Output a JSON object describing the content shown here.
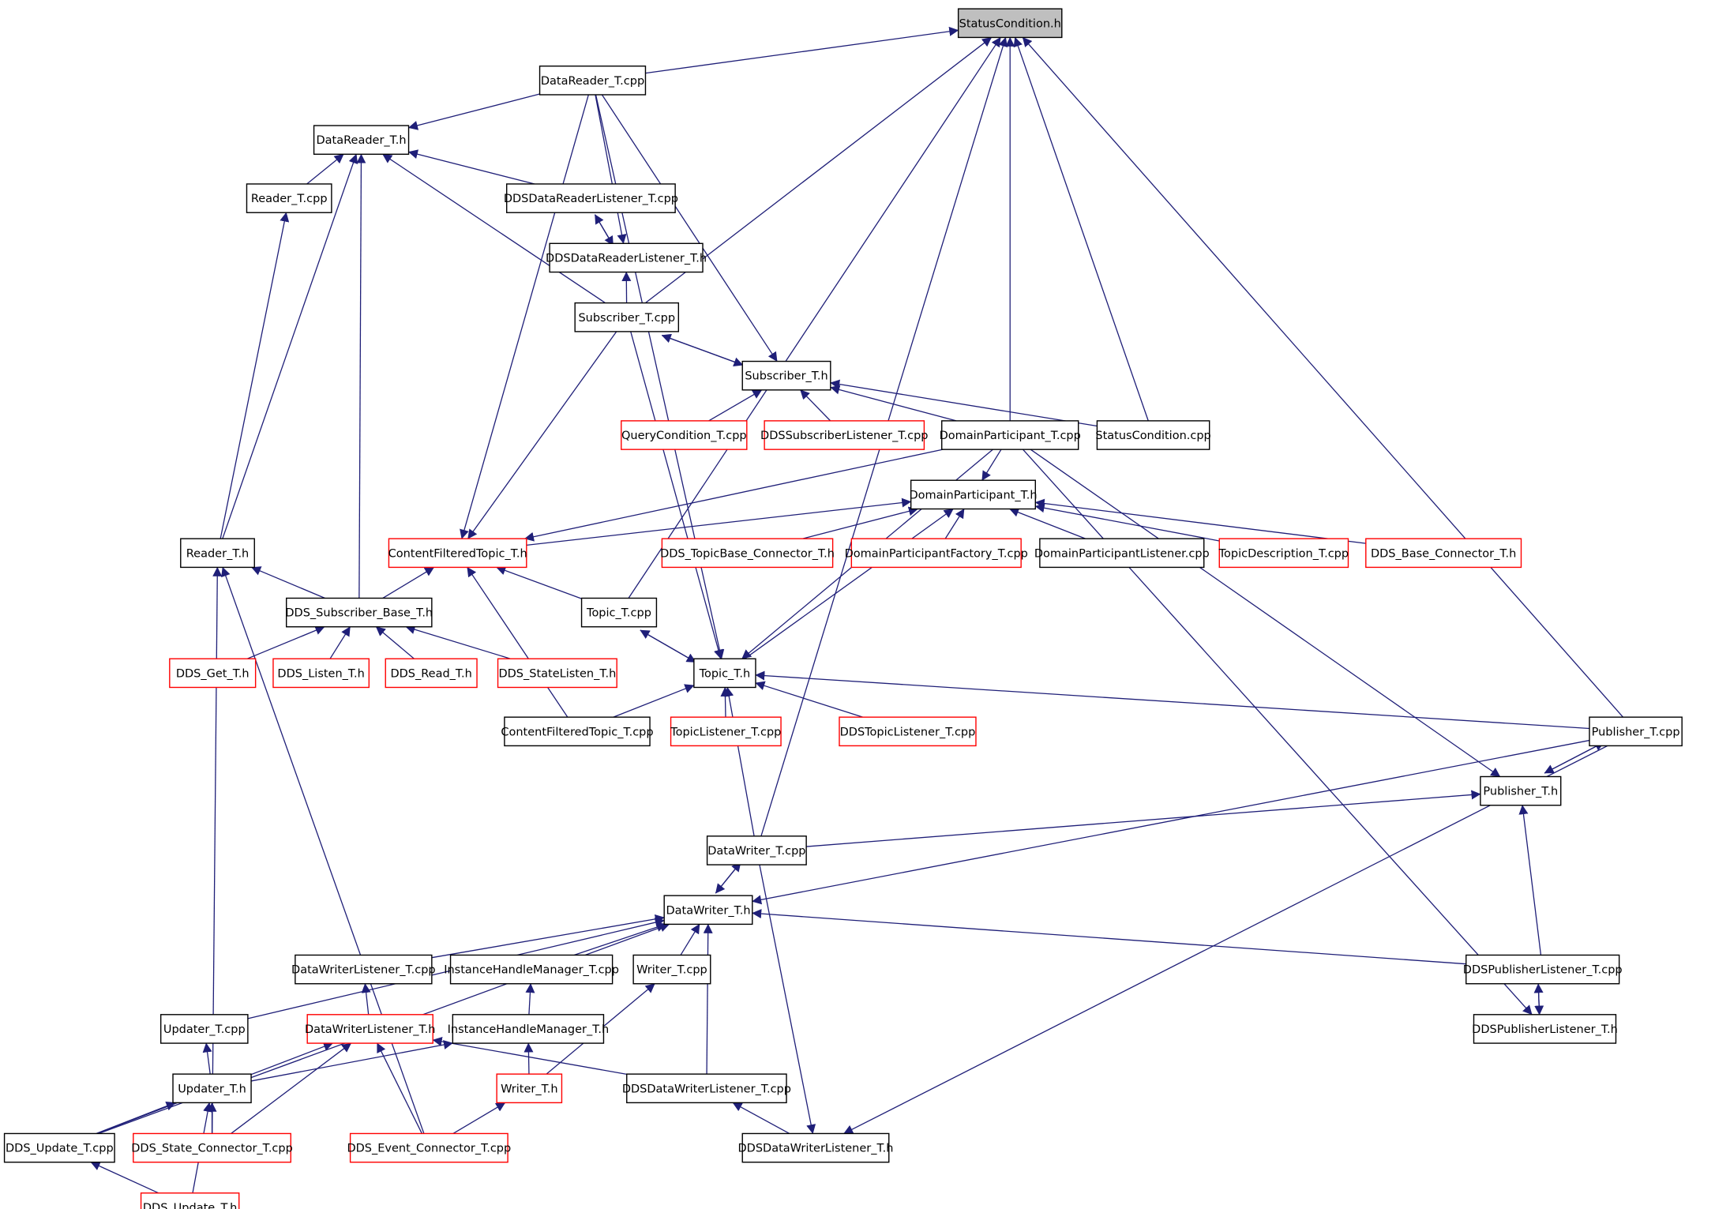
{
  "colors": {
    "edge": "#1f1f78",
    "root_fill": "#bfbfbf",
    "node_fill": "#ffffff",
    "normal_border": "#000000",
    "red_border": "#ff0000"
  },
  "nodes": [
    {
      "id": "status_condition_h",
      "label": "StatusCondition.h",
      "style": "root"
    },
    {
      "id": "datareader_t_cpp",
      "label": "DataReader_T.cpp",
      "style": "normal"
    },
    {
      "id": "datareader_t_h",
      "label": "DataReader_T.h",
      "style": "normal"
    },
    {
      "id": "reader_t_cpp",
      "label": "Reader_T.cpp",
      "style": "normal"
    },
    {
      "id": "ddsdatareaderlistener_t_cpp",
      "label": "DDSDataReaderListener_T.cpp",
      "style": "normal"
    },
    {
      "id": "ddsdatareaderlistener_t_h",
      "label": "DDSDataReaderListener_T.h",
      "style": "normal"
    },
    {
      "id": "subscriber_t_cpp",
      "label": "Subscriber_T.cpp",
      "style": "normal"
    },
    {
      "id": "subscriber_t_h",
      "label": "Subscriber_T.h",
      "style": "normal"
    },
    {
      "id": "querycondition_t_cpp",
      "label": "QueryCondition_T.cpp",
      "style": "red"
    },
    {
      "id": "ddssubscriberlistener_t_cpp",
      "label": "DDSSubscriberListener_T.cpp",
      "style": "red"
    },
    {
      "id": "domainparticipant_t_cpp",
      "label": "DomainParticipant_T.cpp",
      "style": "normal"
    },
    {
      "id": "statuscondition_cpp",
      "label": "StatusCondition.cpp",
      "style": "normal"
    },
    {
      "id": "domainparticipant_t_h",
      "label": "DomainParticipant_T.h",
      "style": "normal"
    },
    {
      "id": "reader_t_h",
      "label": "Reader_T.h",
      "style": "normal"
    },
    {
      "id": "contentfilteredtopic_t_h",
      "label": "ContentFilteredTopic_T.h",
      "style": "red"
    },
    {
      "id": "dds_topicbase_connector_t_h",
      "label": "DDS_TopicBase_Connector_T.h",
      "style": "red"
    },
    {
      "id": "domainparticipantfactory_t_cpp",
      "label": "DomainParticipantFactory_T.cpp",
      "style": "red"
    },
    {
      "id": "domainparticipantlistener_cpp",
      "label": "DomainParticipantListener.cpp",
      "style": "normal"
    },
    {
      "id": "topicdescription_t_cpp",
      "label": "TopicDescription_T.cpp",
      "style": "red"
    },
    {
      "id": "dds_base_connector_t_h",
      "label": "DDS_Base_Connector_T.h",
      "style": "red"
    },
    {
      "id": "dds_subscriber_base_t_h",
      "label": "DDS_Subscriber_Base_T.h",
      "style": "normal"
    },
    {
      "id": "topic_t_cpp",
      "label": "Topic_T.cpp",
      "style": "normal"
    },
    {
      "id": "dds_get_t_h",
      "label": "DDS_Get_T.h",
      "style": "red"
    },
    {
      "id": "dds_listen_t_h",
      "label": "DDS_Listen_T.h",
      "style": "red"
    },
    {
      "id": "dds_read_t_h",
      "label": "DDS_Read_T.h",
      "style": "red"
    },
    {
      "id": "dds_statelisten_t_h",
      "label": "DDS_StateListen_T.h",
      "style": "red"
    },
    {
      "id": "topic_t_h",
      "label": "Topic_T.h",
      "style": "normal"
    },
    {
      "id": "contentfilteredtopic_t_cpp",
      "label": "ContentFilteredTopic_T.cpp",
      "style": "normal"
    },
    {
      "id": "topiclistener_t_cpp",
      "label": "TopicListener_T.cpp",
      "style": "red"
    },
    {
      "id": "ddstopiclistener_t_cpp",
      "label": "DDSTopicListener_T.cpp",
      "style": "red"
    },
    {
      "id": "publisher_t_cpp",
      "label": "Publisher_T.cpp",
      "style": "normal"
    },
    {
      "id": "publisher_t_h",
      "label": "Publisher_T.h",
      "style": "normal"
    },
    {
      "id": "datawriter_t_cpp",
      "label": "DataWriter_T.cpp",
      "style": "normal"
    },
    {
      "id": "datawriter_t_h",
      "label": "DataWriter_T.h",
      "style": "normal"
    },
    {
      "id": "datawriterlistener_t_cpp",
      "label": "DataWriterListener_T.cpp",
      "style": "normal"
    },
    {
      "id": "instancehandlemanager_t_cpp",
      "label": "InstanceHandleManager_T.cpp",
      "style": "normal"
    },
    {
      "id": "writer_t_cpp",
      "label": "Writer_T.cpp",
      "style": "normal"
    },
    {
      "id": "ddspublisherlistener_t_cpp",
      "label": "DDSPublisherListener_T.cpp",
      "style": "normal"
    },
    {
      "id": "updater_t_cpp",
      "label": "Updater_T.cpp",
      "style": "normal"
    },
    {
      "id": "datawriterlistener_t_h",
      "label": "DataWriterListener_T.h",
      "style": "red"
    },
    {
      "id": "instancehandlemanager_t_h",
      "label": "InstanceHandleManager_T.h",
      "style": "normal"
    },
    {
      "id": "ddspublisherlistener_t_h",
      "label": "DDSPublisherListener_T.h",
      "style": "normal"
    },
    {
      "id": "updater_t_h",
      "label": "Updater_T.h",
      "style": "normal"
    },
    {
      "id": "writer_t_h",
      "label": "Writer_T.h",
      "style": "red"
    },
    {
      "id": "ddsdatawriterlistener_t_cpp",
      "label": "DDSDataWriterListener_T.cpp",
      "style": "normal"
    },
    {
      "id": "dds_update_t_cpp",
      "label": "DDS_Update_T.cpp",
      "style": "normal"
    },
    {
      "id": "dds_state_connector_t_cpp",
      "label": "DDS_State_Connector_T.cpp",
      "style": "red"
    },
    {
      "id": "dds_event_connector_t_cpp",
      "label": "DDS_Event_Connector_T.cpp",
      "style": "red"
    },
    {
      "id": "ddsdatawriterlistener_t_h",
      "label": "DDSDataWriterListener_T.h",
      "style": "normal"
    },
    {
      "id": "dds_update_t_h",
      "label": "DDS_Update_T.h",
      "style": "red"
    }
  ],
  "edges": [
    [
      "datareader_t_cpp",
      "status_condition_h"
    ],
    [
      "subscriber_t_cpp",
      "status_condition_h"
    ],
    [
      "domainparticipant_t_cpp",
      "status_condition_h"
    ],
    [
      "statuscondition_cpp",
      "status_condition_h"
    ],
    [
      "datawriter_t_cpp",
      "status_condition_h"
    ],
    [
      "topic_t_cpp",
      "status_condition_h"
    ],
    [
      "publisher_t_cpp",
      "status_condition_h"
    ],
    [
      "datareader_t_cpp",
      "datareader_t_h"
    ],
    [
      "datareader_t_cpp",
      "contentfilteredtopic_t_h"
    ],
    [
      "datareader_t_cpp",
      "topic_t_h"
    ],
    [
      "datareader_t_cpp",
      "ddsdatareaderlistener_t_h"
    ],
    [
      "datareader_t_cpp",
      "subscriber_t_h"
    ],
    [
      "reader_t_cpp",
      "datareader_t_h"
    ],
    [
      "ddsdatareaderlistener_t_cpp",
      "datareader_t_h"
    ],
    [
      "subscriber_t_cpp",
      "datareader_t_h"
    ],
    [
      "reader_t_h",
      "datareader_t_h"
    ],
    [
      "dds_subscriber_base_t_h",
      "datareader_t_h"
    ],
    [
      "reader_t_h",
      "reader_t_cpp"
    ],
    [
      "ddsdatareaderlistener_t_h",
      "ddsdatareaderlistener_t_cpp"
    ],
    [
      "ddsdatareaderlistener_t_cpp",
      "ddsdatareaderlistener_t_h"
    ],
    [
      "subscriber_t_cpp",
      "ddsdatareaderlistener_t_h"
    ],
    [
      "subscriber_t_cpp",
      "subscriber_t_h"
    ],
    [
      "subscriber_t_h",
      "subscriber_t_cpp"
    ],
    [
      "subscriber_t_cpp",
      "contentfilteredtopic_t_h"
    ],
    [
      "subscriber_t_cpp",
      "topic_t_h"
    ],
    [
      "querycondition_t_cpp",
      "subscriber_t_h"
    ],
    [
      "ddssubscriberlistener_t_cpp",
      "subscriber_t_h"
    ],
    [
      "domainparticipant_t_cpp",
      "subscriber_t_h"
    ],
    [
      "statuscondition_cpp",
      "subscriber_t_h"
    ],
    [
      "domainparticipant_t_cpp",
      "domainparticipant_t_h"
    ],
    [
      "domainparticipant_t_cpp",
      "contentfilteredtopic_t_h"
    ],
    [
      "domainparticipant_t_cpp",
      "topic_t_h"
    ],
    [
      "domainparticipant_t_cpp",
      "publisher_t_h"
    ],
    [
      "domainparticipant_t_cpp",
      "ddspublisherlistener_t_h"
    ],
    [
      "contentfilteredtopic_t_h",
      "domainparticipant_t_h"
    ],
    [
      "topic_t_h",
      "domainparticipant_t_h"
    ],
    [
      "dds_topicbase_connector_t_h",
      "domainparticipant_t_h"
    ],
    [
      "domainparticipantfactory_t_cpp",
      "domainparticipant_t_h"
    ],
    [
      "domainparticipantlistener_cpp",
      "domainparticipant_t_h"
    ],
    [
      "topicdescription_t_cpp",
      "domainparticipant_t_h"
    ],
    [
      "dds_base_connector_t_h",
      "domainparticipant_t_h"
    ],
    [
      "dds_subscriber_base_t_h",
      "reader_t_h"
    ],
    [
      "dds_state_connector_t_cpp",
      "reader_t_h"
    ],
    [
      "dds_event_connector_t_cpp",
      "reader_t_h"
    ],
    [
      "dds_subscriber_base_t_h",
      "contentfilteredtopic_t_h"
    ],
    [
      "topic_t_cpp",
      "contentfilteredtopic_t_h"
    ],
    [
      "contentfilteredtopic_t_cpp",
      "contentfilteredtopic_t_h"
    ],
    [
      "dds_get_t_h",
      "dds_subscriber_base_t_h"
    ],
    [
      "dds_listen_t_h",
      "dds_subscriber_base_t_h"
    ],
    [
      "dds_read_t_h",
      "dds_subscriber_base_t_h"
    ],
    [
      "dds_statelisten_t_h",
      "dds_subscriber_base_t_h"
    ],
    [
      "topic_t_cpp",
      "topic_t_h"
    ],
    [
      "topic_t_h",
      "topic_t_cpp"
    ],
    [
      "contentfilteredtopic_t_cpp",
      "topic_t_h"
    ],
    [
      "topiclistener_t_cpp",
      "topic_t_h"
    ],
    [
      "ddstopiclistener_t_cpp",
      "topic_t_h"
    ],
    [
      "publisher_t_cpp",
      "topic_t_h"
    ],
    [
      "datawriter_t_cpp",
      "topic_t_h"
    ],
    [
      "publisher_t_cpp",
      "publisher_t_h"
    ],
    [
      "publisher_t_h",
      "publisher_t_cpp"
    ],
    [
      "publisher_t_cpp",
      "datawriter_t_h"
    ],
    [
      "publisher_t_cpp",
      "ddsdatawriterlistener_t_h"
    ],
    [
      "datawriter_t_cpp",
      "publisher_t_h"
    ],
    [
      "ddspublisherlistener_t_cpp",
      "publisher_t_h"
    ],
    [
      "datawriter_t_cpp",
      "datawriter_t_h"
    ],
    [
      "datawriter_t_h",
      "datawriter_t_cpp"
    ],
    [
      "datawriter_t_cpp",
      "ddsdatawriterlistener_t_h"
    ],
    [
      "datawriterlistener_t_cpp",
      "datawriter_t_h"
    ],
    [
      "instancehandlemanager_t_cpp",
      "datawriter_t_h"
    ],
    [
      "writer_t_cpp",
      "datawriter_t_h"
    ],
    [
      "ddspublisherlistener_t_cpp",
      "datawriter_t_h"
    ],
    [
      "updater_t_cpp",
      "datawriter_t_h"
    ],
    [
      "ddsdatawriterlistener_t_cpp",
      "datawriter_t_h"
    ],
    [
      "dds_update_t_cpp",
      "datawriter_t_h"
    ],
    [
      "datawriterlistener_t_h",
      "datawriterlistener_t_cpp"
    ],
    [
      "instancehandlemanager_t_h",
      "instancehandlemanager_t_cpp"
    ],
    [
      "writer_t_h",
      "writer_t_cpp"
    ],
    [
      "ddspublisherlistener_t_h",
      "ddspublisherlistener_t_cpp"
    ],
    [
      "ddspublisherlistener_t_cpp",
      "ddspublisherlistener_t_h"
    ],
    [
      "updater_t_h",
      "updater_t_cpp"
    ],
    [
      "dds_update_t_cpp",
      "datawriterlistener_t_h"
    ],
    [
      "dds_state_connector_t_cpp",
      "datawriterlistener_t_h"
    ],
    [
      "dds_event_connector_t_cpp",
      "datawriterlistener_t_h"
    ],
    [
      "ddsdatawriterlistener_t_cpp",
      "datawriterlistener_t_h"
    ],
    [
      "updater_t_h",
      "instancehandlemanager_t_h"
    ],
    [
      "writer_t_h",
      "instancehandlemanager_t_h"
    ],
    [
      "dds_update_t_cpp",
      "updater_t_h"
    ],
    [
      "dds_state_connector_t_cpp",
      "updater_t_h"
    ],
    [
      "dds_update_t_h",
      "updater_t_h"
    ],
    [
      "dds_event_connector_t_cpp",
      "writer_t_h"
    ],
    [
      "ddsdatawriterlistener_t_h",
      "ddsdatawriterlistener_t_cpp"
    ],
    [
      "dds_update_t_h",
      "dds_update_t_cpp"
    ]
  ]
}
